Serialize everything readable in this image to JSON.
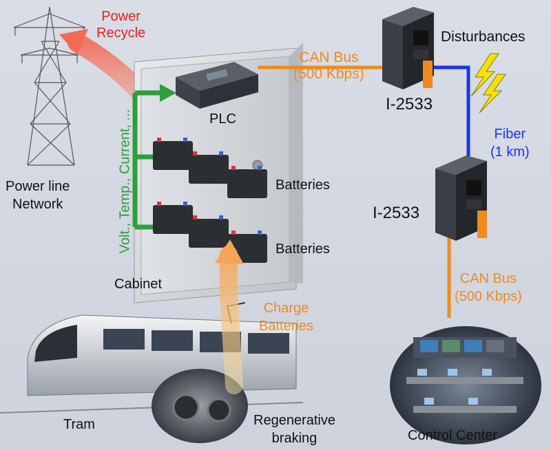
{
  "labels": {
    "power_recycle": "Power\nRecycle",
    "can_bus_top": "CAN Bus\n(500 Kbps)",
    "disturbances": "Disturbances",
    "i2533_top": "I-2533",
    "fiber": "Fiber\n(1 km)",
    "plc": "PLC",
    "volt_temp": "Volt., Temp., Current, ...",
    "batteries_1": "Batteries",
    "batteries_2": "Batteries",
    "power_line": "Power line\nNetwork",
    "i2533_bottom": "I-2533",
    "cabinet": "Cabinet",
    "charge_batteries": "Charge\nBatteries",
    "can_bus_bottom": "CAN Bus\n(500 Kbps)",
    "tram": "Tram",
    "regenerative": "Regenerative\nbraking",
    "control_center": "Control Center"
  },
  "colors": {
    "orange": "#f08a1c",
    "red": "#e8221c",
    "blue": "#1a35e6",
    "green": "#2e9e3a",
    "yellow": "#f5e10a"
  }
}
